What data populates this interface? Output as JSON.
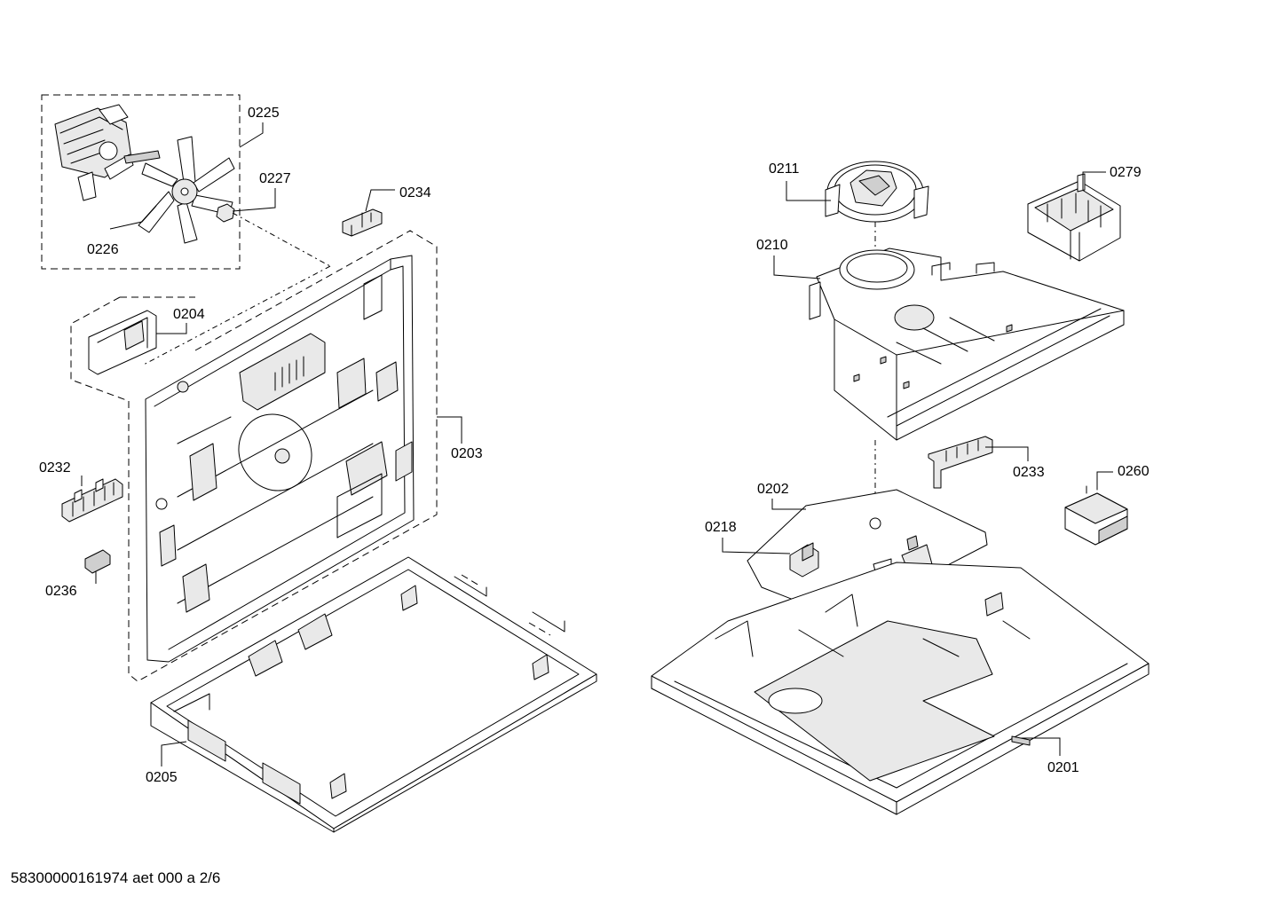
{
  "labels": {
    "p0225": "0225",
    "p0227": "0227",
    "p0226": "0226",
    "p0234": "0234",
    "p0204": "0204",
    "p0203": "0203",
    "p0232": "0232",
    "p0236": "0236",
    "p0205": "0205",
    "p0211": "0211",
    "p0279": "0279",
    "p0210": "0210",
    "p0233": "0233",
    "p0260": "0260",
    "p0202": "0202",
    "p0218": "0218",
    "p0201": "0201"
  },
  "footer": {
    "document_ref": "58300000161974 aet 000 a 2/6"
  }
}
